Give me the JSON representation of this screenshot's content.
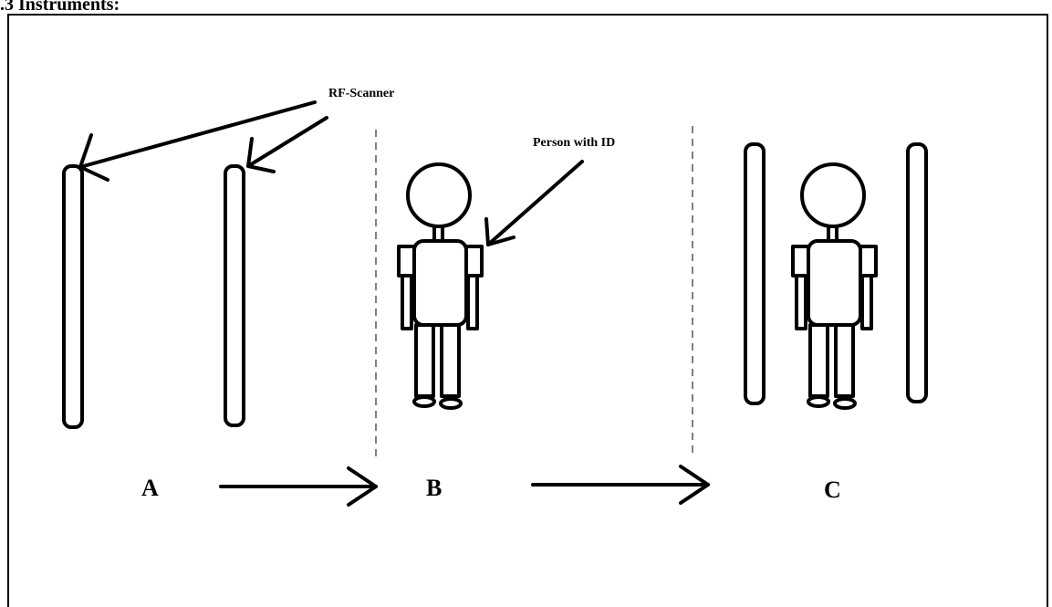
{
  "heading": ".3 Instruments:",
  "labels": {
    "scanner": "RF-Scanner",
    "person": "Person with ID",
    "stage_a": "A",
    "stage_b": "B",
    "stage_c": "C"
  }
}
